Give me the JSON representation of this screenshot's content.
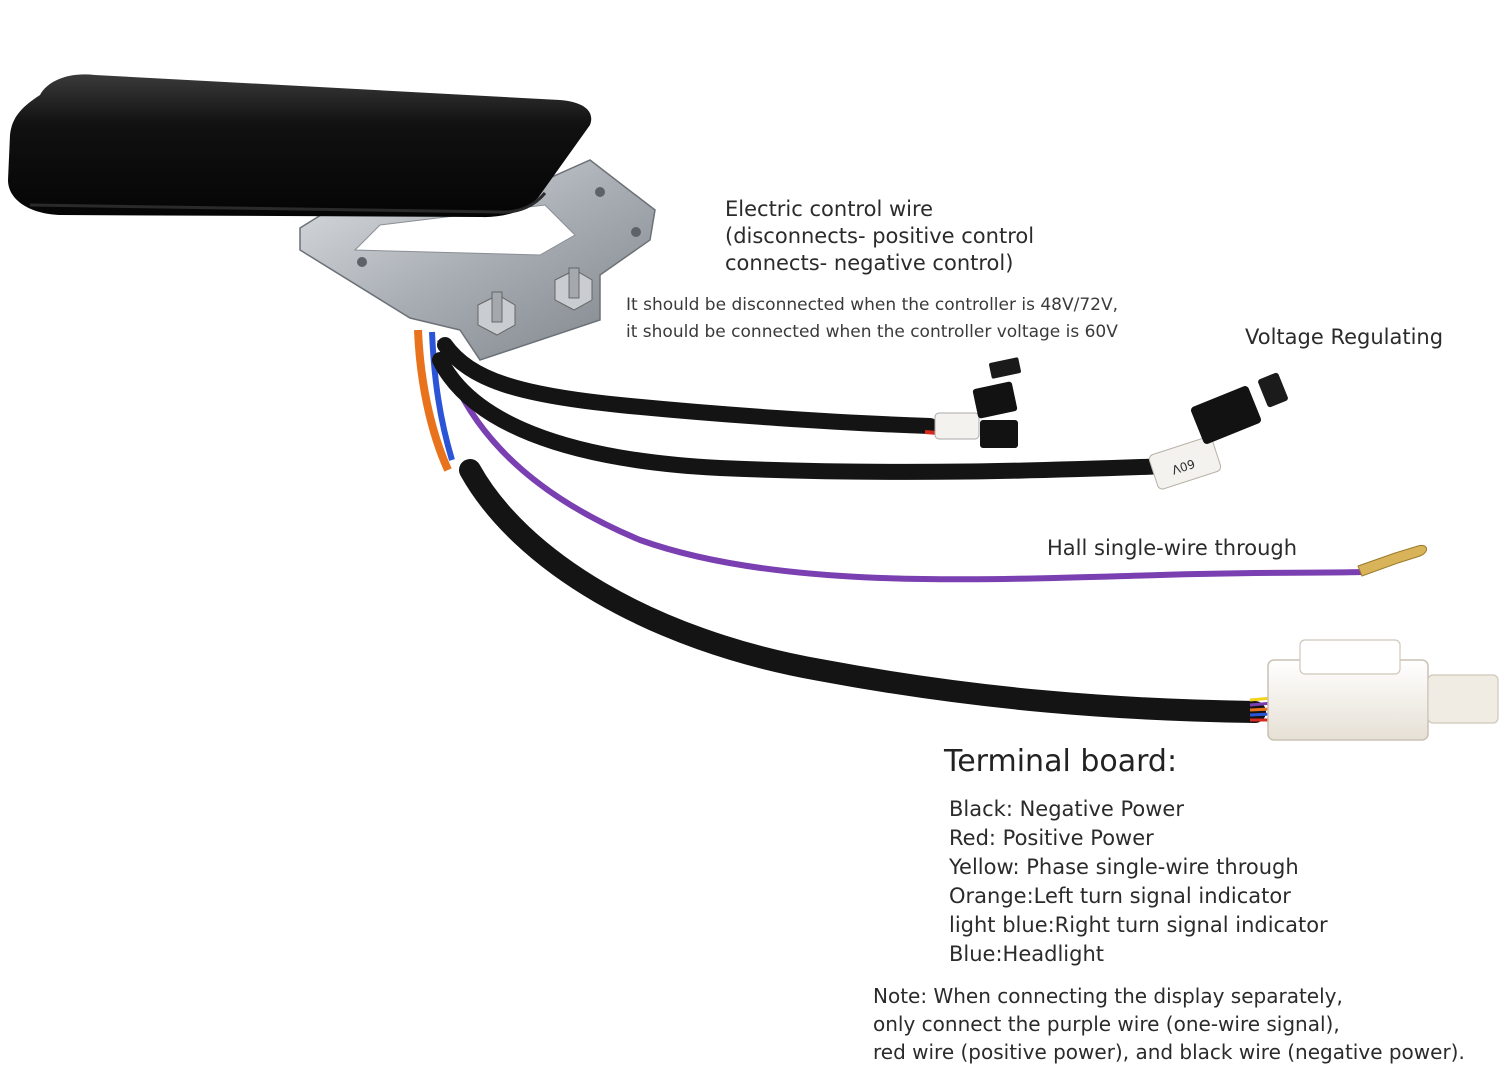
{
  "labels": {
    "electric_control": {
      "title": "Electric control wire",
      "line1": "(disconnects- positive control",
      "line2": "connects- negative control)"
    },
    "voltage_note": {
      "line1": "It should be  disconnected when the controller is 48V/72V,",
      "line2": "it should be connected when the controller voltage is 60V"
    },
    "voltage_regulating": "Voltage Regulating",
    "hall": "Hall single-wire through",
    "terminal_board": {
      "title": "Terminal board:",
      "items": [
        "Black: Negative Power",
        "Red: Positive Power",
        "Yellow: Phase single-wire through",
        "Orange:Left turn signal indicator",
        "light blue:Right turn signal indicator",
        "Blue:Headlight"
      ]
    },
    "note": {
      "line1": "Note: When connecting the display separately,",
      "line2": "only connect the purple wire (one-wire signal),",
      "line3": "red wire (positive power), and black wire (negative power)."
    }
  },
  "connector_label": "60V",
  "colors": {
    "display": "#0d0d0d",
    "bracket": "#b9bdc2",
    "black_wire": "#141414",
    "purple_wire": "#7a3fb0",
    "orange_wire": "#e8731c",
    "red_wire": "#d52a1f",
    "yellow_wire": "#f2d21a",
    "blue_wire": "#2b55d6",
    "connector": "#f3efe8"
  }
}
